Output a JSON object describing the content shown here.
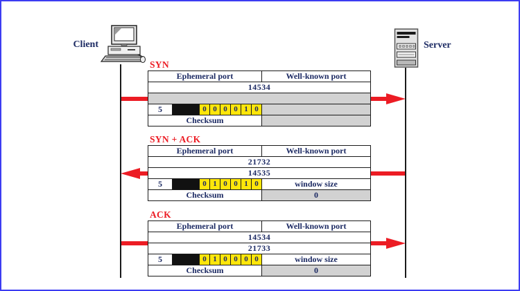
{
  "actors": {
    "client": "Client",
    "server": "Server"
  },
  "colors": {
    "frame_border": "#3c3cf2",
    "arrow_red": "#ec1c24",
    "label_red": "#ec1c24",
    "text_navy": "#1c2a63",
    "flag_yellow": "#ffe60a",
    "unused_gray": "#d2d2d2",
    "reserved_black": "#111111"
  },
  "segments": [
    {
      "label": "SYN",
      "header_left": "Ephemeral port",
      "header_right": "Well-known port",
      "row2": "14534",
      "row3": "",
      "hlen": "5",
      "flags": [
        "0",
        "0",
        "0",
        "0",
        "1",
        "0"
      ],
      "window_label": "",
      "checksum": "Checksum",
      "window_value": ""
    },
    {
      "label": "SYN + ACK",
      "header_left": "Ephemeral port",
      "header_right": "Well-known port",
      "row2": "21732",
      "row3": "14535",
      "hlen": "5",
      "flags": [
        "0",
        "1",
        "0",
        "0",
        "1",
        "0"
      ],
      "window_label": "window size",
      "checksum": "Checksum",
      "window_value": "0"
    },
    {
      "label": "ACK",
      "header_left": "Ephemeral port",
      "header_right": "Well-known port",
      "row2": "14534",
      "row3": "21733",
      "hlen": "5",
      "flags": [
        "0",
        "1",
        "0",
        "0",
        "0",
        "0"
      ],
      "window_label": "window size",
      "checksum": "Checksum",
      "window_value": "0"
    }
  ]
}
